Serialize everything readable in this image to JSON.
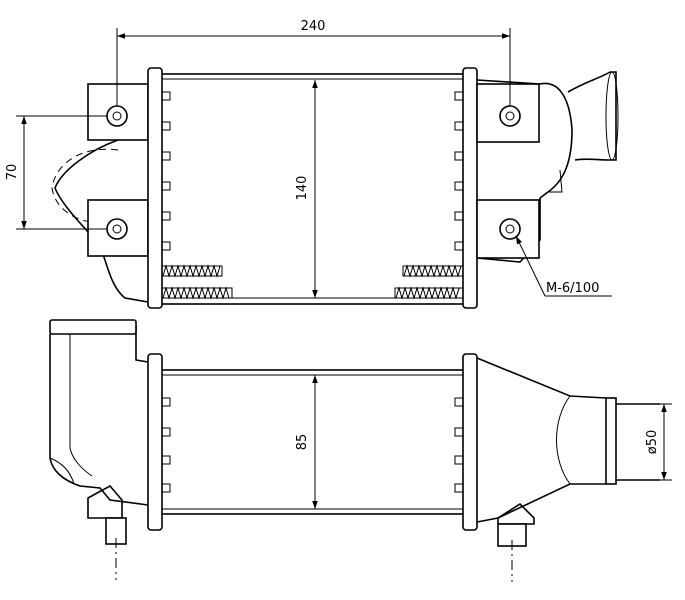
{
  "dimensions": {
    "width_label": "240",
    "height_label": "140",
    "hole_spacing_label": "70",
    "depth_label": "85",
    "pipe_diameter_label": "ø50",
    "thread_label": "M-6/100"
  }
}
